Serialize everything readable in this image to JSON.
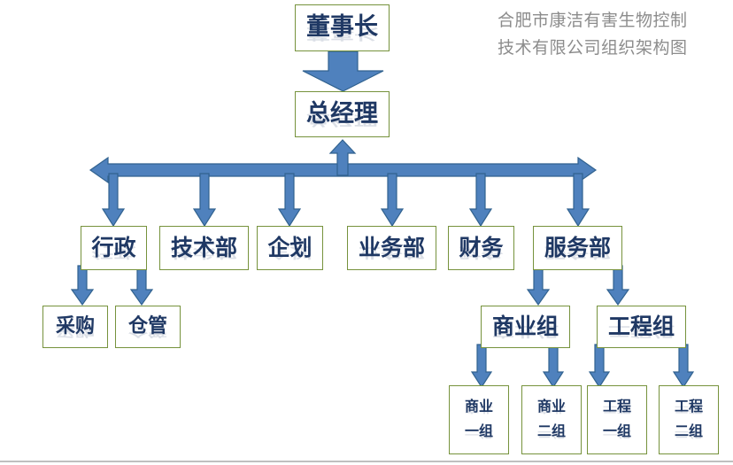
{
  "title": {
    "line1": "合肥市康洁有害生物控制",
    "line2": "技术有限公司组织架构图"
  },
  "colors": {
    "box_border": "#76923c",
    "box_fill": "#ffffff",
    "text": "#1f3864",
    "arrow_fill": "#4f81bd",
    "arrow_stroke": "#31628f",
    "title_text": "#8c8c8c",
    "bottom_rule": "#bfbfbf"
  },
  "nodes": {
    "chairman": "董事长",
    "general_manager": "总经理",
    "departments": [
      {
        "label": "行政"
      },
      {
        "label": "技术部"
      },
      {
        "label": "企划"
      },
      {
        "label": "业务部"
      },
      {
        "label": "财务"
      },
      {
        "label": "服务部"
      }
    ],
    "admin_children": [
      {
        "label": "采购"
      },
      {
        "label": "仓管"
      }
    ],
    "service_children": [
      {
        "label": "商业组"
      },
      {
        "label": "工程组"
      }
    ],
    "group_children": [
      {
        "line1": "商业",
        "line2": "一组"
      },
      {
        "line1": "商业",
        "line2": "二组"
      },
      {
        "line1": "工程",
        "line2": "一组"
      },
      {
        "line1": "工程",
        "line2": "二组"
      }
    ]
  },
  "connectors": {
    "chairman_to_gm": "down-arrow",
    "gm_to_bar": "up-arrow",
    "distribution_bar": "double-headed-horizontal-arrow",
    "bar_to_departments": "down-arrow",
    "admin_to_children": "down-arrow",
    "service_to_children": "down-arrow",
    "group_to_children": "down-arrow"
  }
}
